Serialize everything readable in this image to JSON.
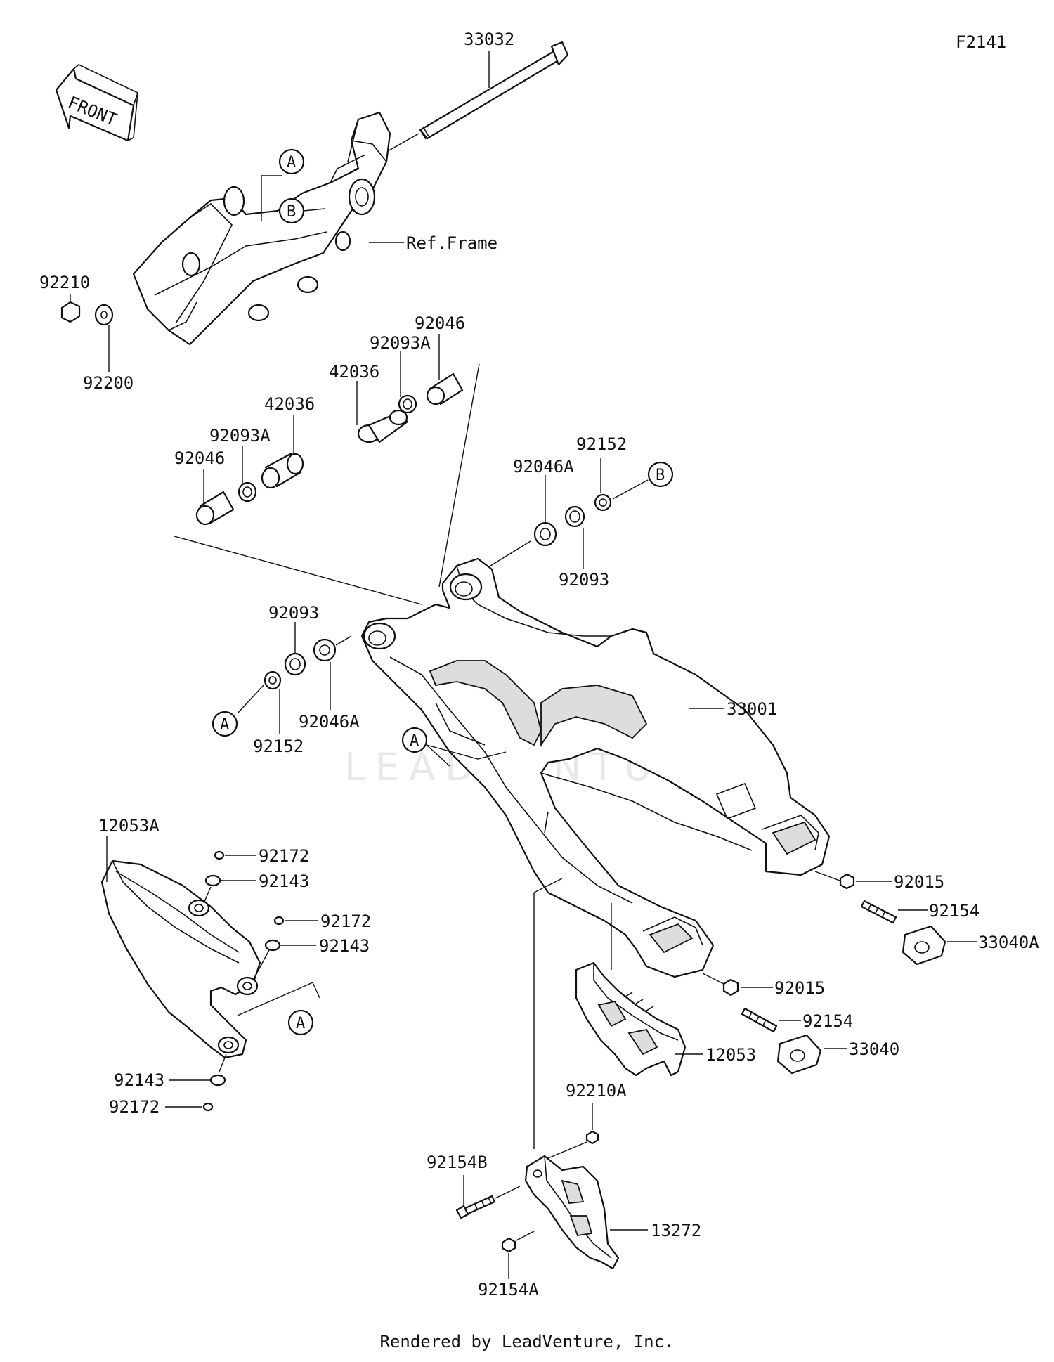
{
  "diagram_code": "F2141",
  "front_label": "FRONT",
  "ref_frame_label": "Ref.Frame",
  "watermark": "LEADVENTURE",
  "footer": "Rendered by LeadVenture, Inc.",
  "refs": {
    "a": "A",
    "b": "B"
  },
  "parts": {
    "p33032": "33032",
    "p92210": "92210",
    "p92200": "92200",
    "p92046_a": "92046",
    "p92093A_a": "92093A",
    "p42036_a": "42036",
    "p92046_b": "92046",
    "p92093A_b": "92093A",
    "p42036_b": "42036",
    "p92152_a": "92152",
    "p92046A_a": "92046A",
    "p92093_a": "92093",
    "p92093_b": "92093",
    "p92046A_b": "92046A",
    "p92152_b": "92152",
    "p33001": "33001",
    "p12053A": "12053A",
    "p92172_a": "92172",
    "p92143_a": "92143",
    "p92172_b": "92172",
    "p92143_b": "92143",
    "p92143_c": "92143",
    "p92172_c": "92172",
    "p92015_a": "92015",
    "p92154_a": "92154",
    "p33040A": "33040A",
    "p92015_b": "92015",
    "p92154_b": "92154",
    "p33040": "33040",
    "p12053": "12053",
    "p92210A": "92210A",
    "p92154B": "92154B",
    "p13272": "13272",
    "p92154A": "92154A"
  }
}
